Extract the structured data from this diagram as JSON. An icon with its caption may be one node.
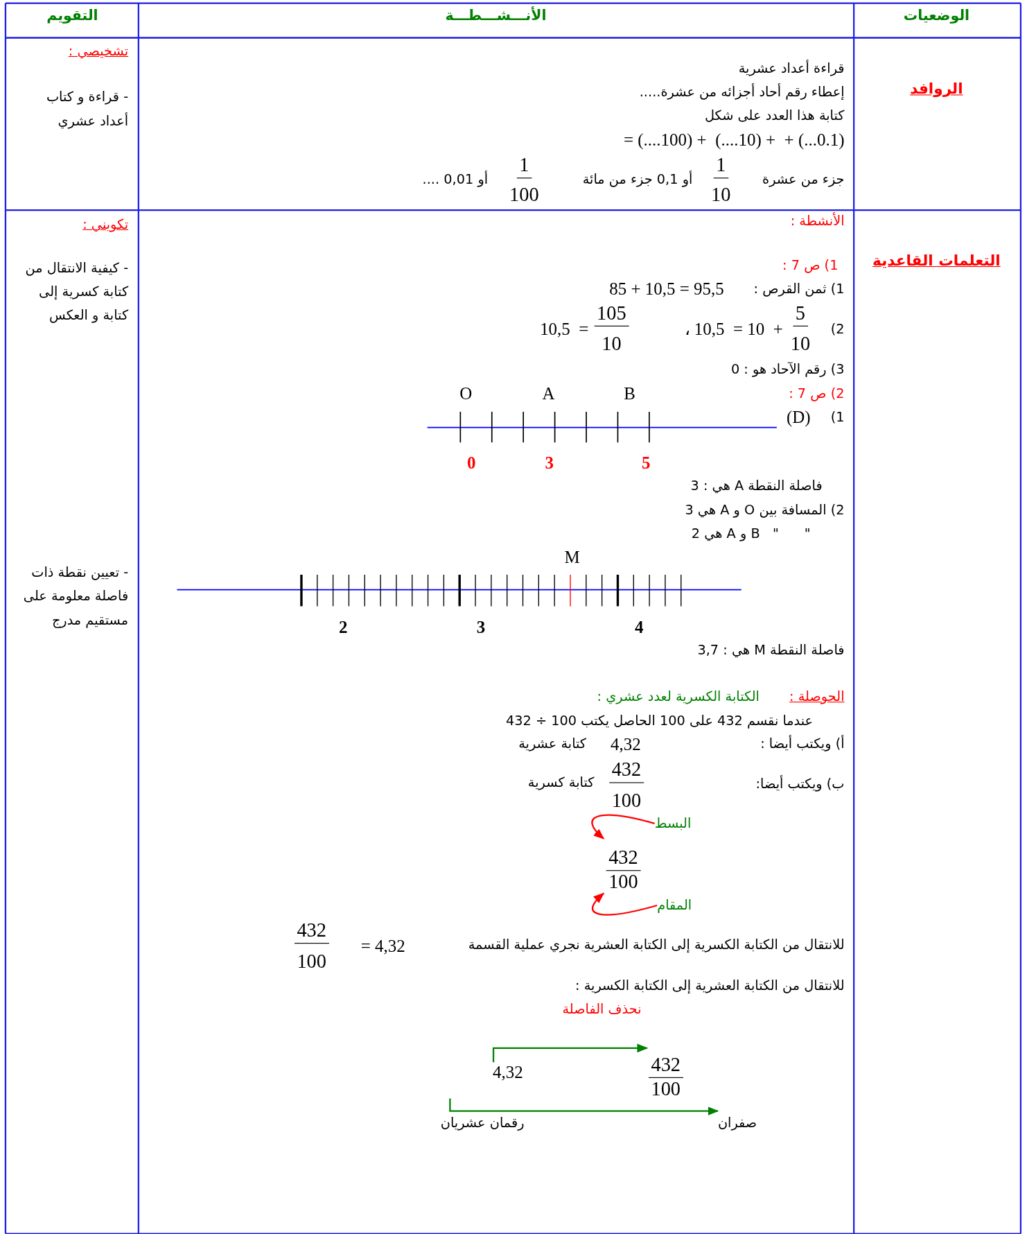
{
  "diagram": {
    "nodes": [
      {
        "text": [
          "4,32"
        ]
      },
      {
        "text": [
          "432",
          "100"
        ]
      },
      {
        "text": [
          "رقمان عشريان"
        ]
      },
      {
        "text": [
          "صفران"
        ]
      },
      {
        "text": [
          "البسط"
        ]
      },
      {
        "text": [
          "432",
          "100"
        ]
      },
      {
        "text": [
          "المقام"
        ]
      }
    ],
    "edges": [
      {
        "from": 0,
        "to": 1,
        "arrow": "to",
        "color": "#008000"
      },
      {
        "from": 2,
        "to": 3,
        "arrow": "to",
        "color": "#008000"
      },
      {
        "from": 4,
        "to": 5,
        "arrow": "to",
        "color": "#ff0000"
      },
      {
        "from": 6,
        "to": 5,
        "arrow": "to",
        "color": "#ff0000"
      }
    ],
    "labels": [
      "التقويم",
      "الأنـــشـــطـــة",
      "الوضعيات",
      "تشخيصي :",
      "- قراءة و كتاب أعداد عشري",
      "الروافد",
      "قراءة أعداد عشرية",
      "إعطاء رقم أحاد أجزائه من عشرة.....",
      "كتابة هذا العدد على شكل",
      "= (....100) +  (....10) +  + (...0.1)",
      "جزء من عشرة",
      "1",
      "10",
      "أو 0,1 جزء من مائة",
      "1",
      "100",
      "أو 0,01 ....",
      "تكويني :",
      "- كيفية الانتقال من كتابة كسرية إلى كتابة و العكس",
      "- تعيين نقطة ذات فاصلة معلومة على مستقيم مدرج",
      "التعلمات القاعدية",
      "الأنشطة :",
      "1) ص 7 :",
      "1) ثمن القرص :",
      "85 + 10,5 = 95,5",
      "2)",
      "5",
      "10",
      "، 10,5  = 10  +",
      "105",
      "10",
      "10,5  =",
      "3) رقم الآحاد هو : 0",
      "2) ص 7 :",
      "1)",
      "(D)",
      "O",
      "A",
      "B",
      "0",
      "3",
      "5",
      "فاصلة النقطة A هي : 3",
      "2) المسافة بين O و A هي 3",
      "\"      \"   B و A هي 2",
      "M",
      "2",
      "3",
      "4",
      "فاصلة النقطة M هي : 3,7",
      "الحوصلة :",
      "الكتابة الكسرية لعدد عشري :",
      "عندما نقسم 432 على 100 الحاصل يكتب 100 ÷ 432",
      "أ) ويكتب أيضا :",
      "4,32",
      "كتابة عشرية",
      "ب) ويكتب أيضا:",
      "432",
      "100",
      "كتابة كسرية",
      "للانتقال من الكتابة الكسرية إلى الكتابة العشرية نجري عملية القسمة",
      "= 4,32",
      "432",
      "100",
      "للانتقال من الكتابة العشرية إلى الكتابة الكسرية :",
      "نحذف الفاصلة"
    ]
  }
}
